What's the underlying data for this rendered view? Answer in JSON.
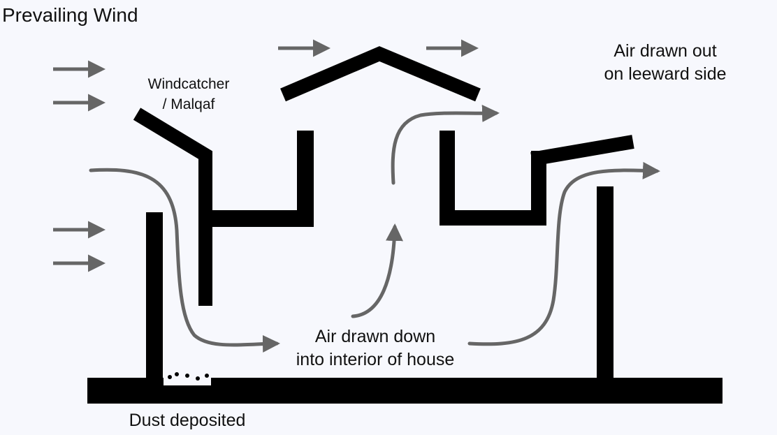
{
  "title": "Prevailing Wind",
  "labels": {
    "windcatcher_line1": "Windcatcher",
    "windcatcher_line2": "/ Malqaf",
    "air_out_line1": "Air drawn out",
    "air_out_line2": "on leeward side",
    "air_down_line1": "Air drawn down",
    "air_down_line2": "into interior of house",
    "dust": "Dust deposited"
  },
  "colors": {
    "background": "#f7f8fd",
    "structure": "#000000",
    "airflow_arrow": "#666666",
    "text": "#111111"
  },
  "icons": {
    "wind_arrow": "right-arrow-icon",
    "dust_particles": "dots-icon"
  }
}
